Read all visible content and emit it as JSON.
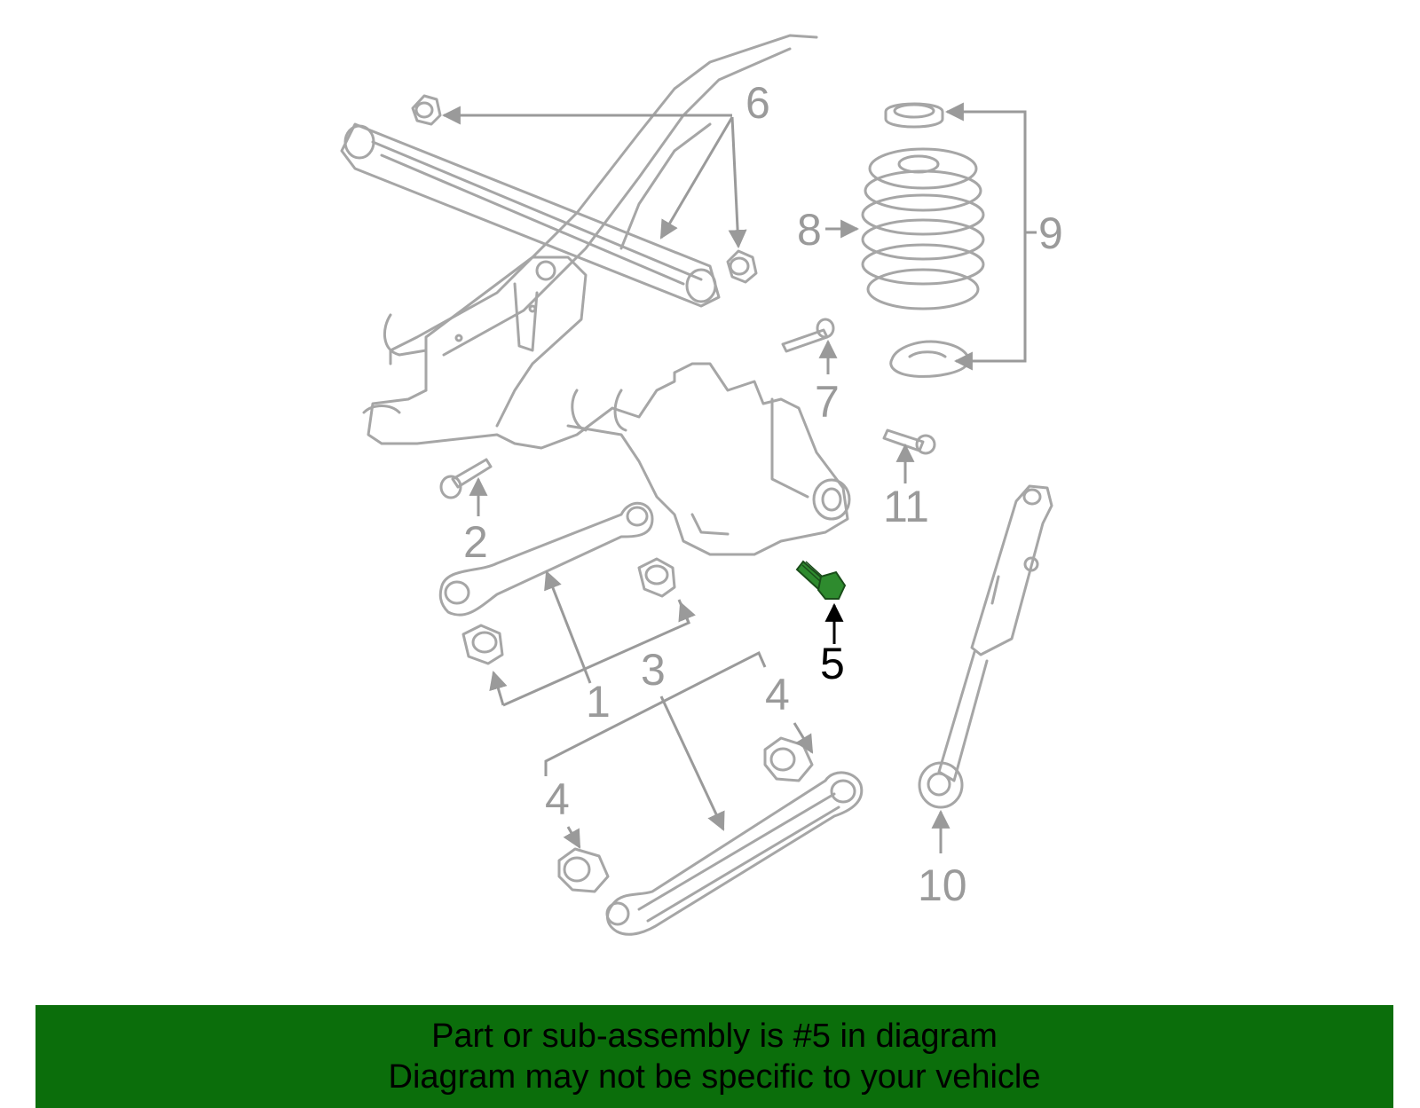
{
  "colors": {
    "line_art": "#a6a6a6",
    "highlight_part": "#2e8b2e",
    "banner_bg": "#0b6e0b",
    "label_text": "#9a9a9a",
    "highlight_label": "#000000"
  },
  "callouts": {
    "c1": "1",
    "c2": "2",
    "c3": "3",
    "c4a": "4",
    "c4b": "4",
    "c5": "5",
    "c6": "6",
    "c7": "7",
    "c8": "8",
    "c9": "9",
    "c10": "10",
    "c11": "11"
  },
  "highlighted_part": "5",
  "banner": {
    "line1": "Part or sub-assembly is #5 in diagram",
    "line2": "Diagram may not be specific to your vehicle"
  }
}
